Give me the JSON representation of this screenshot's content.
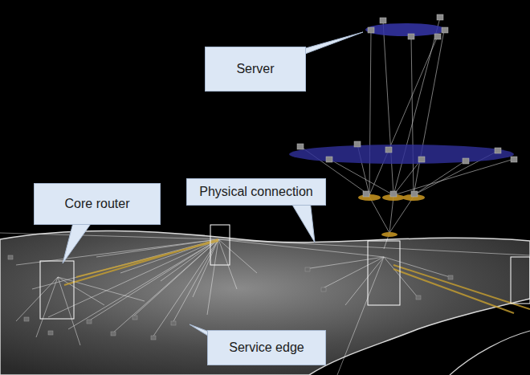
{
  "diagram": {
    "nodes": [
      {
        "text": [
          "Server"
        ]
      },
      {
        "text": [
          "Physical connection"
        ]
      },
      {
        "text": [
          "Core router"
        ]
      },
      {
        "text": [
          "Service edge"
        ]
      }
    ]
  }
}
